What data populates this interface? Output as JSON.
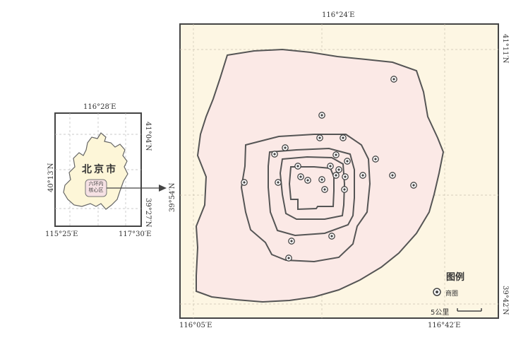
{
  "inset": {
    "top_label": "116°28′E",
    "left_label": "40°13′N",
    "right_top_label": "41°04′N",
    "right_bottom_label": "39°27′N",
    "bottom_left_label": "115°25′E",
    "bottom_right_label": "117°30′E",
    "city_label": "北京市",
    "core_label_line1": "六环内",
    "core_label_line2": "核心区"
  },
  "main": {
    "top_label": "116°24′E",
    "left_label": "39°54′N",
    "right_top_label": "41°11′N",
    "right_bottom_label": "39°42′N",
    "bottom_left_label": "116°05′E",
    "bottom_right_label": "116°42′E"
  },
  "legend": {
    "title": "图例",
    "item_label": "商圈",
    "scale_label": "5公里"
  },
  "colors": {
    "map_background": "#fdf6e3",
    "region_fill": "#fbe9e6",
    "boundary": "#555555",
    "inset_fill": "#fdf6d8",
    "core_fill": "#f6e1e4"
  },
  "markers_count": 27
}
